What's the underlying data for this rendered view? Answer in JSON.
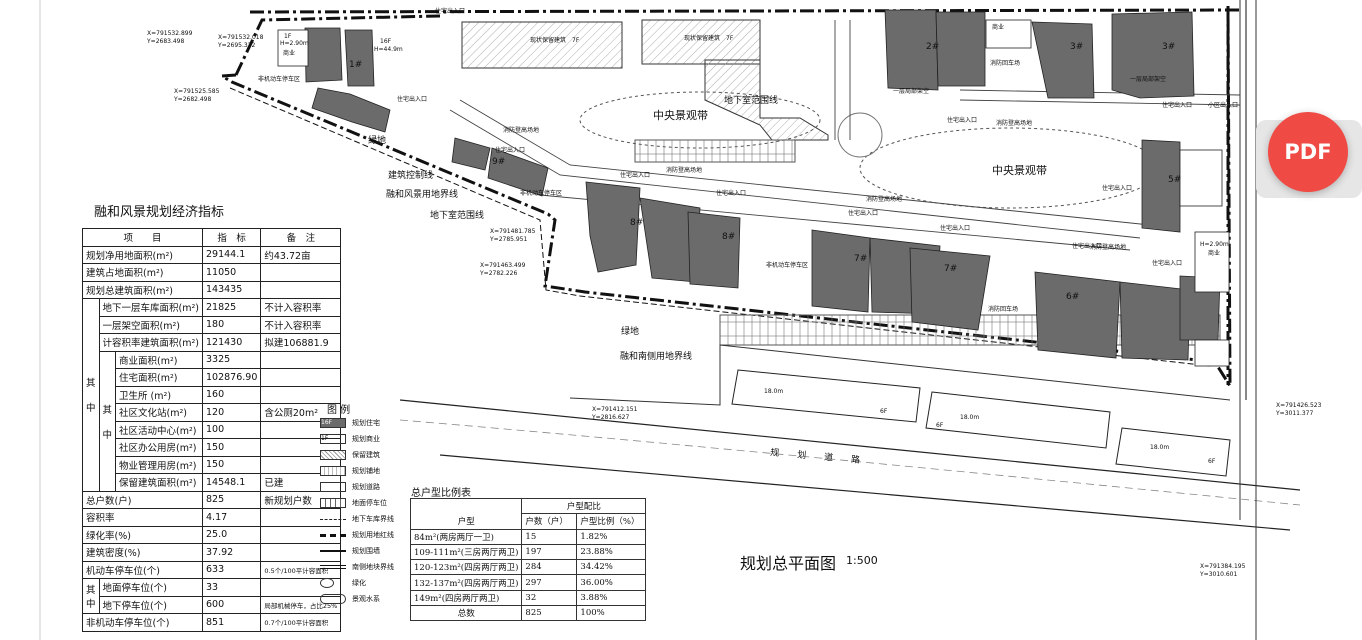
{
  "index_table": {
    "title": "融和风景规划经济指标",
    "header": {
      "item": "项　　目",
      "value": "指　标",
      "note": "备　注"
    },
    "group_labels": {
      "qi": "其",
      "zhong": "中"
    },
    "rows": [
      {
        "label": "规划净用地面积(m²)",
        "value": "29144.1",
        "note": "约43.72亩"
      },
      {
        "label": "建筑占地面积(m²)",
        "value": "11050",
        "note": ""
      },
      {
        "label": "规划总建筑面积(m²)",
        "value": "143435",
        "note": ""
      },
      {
        "label": "地下一层车库面积(m²)",
        "value": "21825",
        "note": "不计入容积率"
      },
      {
        "label": "一层架空面积(m²)",
        "value": "180",
        "note": "不计入容积率"
      },
      {
        "label": "计容积率建筑面积(m²)",
        "value": "121430",
        "note": "拟建106881.9"
      },
      {
        "label": "商业面积(m²)",
        "value": "3325",
        "note": ""
      },
      {
        "label": "住宅面积(m²)",
        "value": "102876.90",
        "note": ""
      },
      {
        "label": "卫生所 (m²)",
        "value": "160",
        "note": ""
      },
      {
        "label": "社区文化站(m²)",
        "value": "120",
        "note": "含公厕20m²"
      },
      {
        "label": "社区活动中心(m²)",
        "value": "100",
        "note": ""
      },
      {
        "label": "社区办公用房(m²)",
        "value": "150",
        "note": ""
      },
      {
        "label": "物业管理用房(m²)",
        "value": "150",
        "note": ""
      },
      {
        "label": "保留建筑面积(m²)",
        "value": "14548.1",
        "note": "已建"
      },
      {
        "label": "总户数(户)",
        "value": "825",
        "note": "新规划户数"
      },
      {
        "label": "容积率",
        "value": "4.17",
        "note": ""
      },
      {
        "label": "绿化率(%)",
        "value": "25.0",
        "note": ""
      },
      {
        "label": "建筑密度(%)",
        "value": "37.92",
        "note": ""
      },
      {
        "label": "机动车停车位(个)",
        "value": "633",
        "note": "0.5个/100平计容面积"
      },
      {
        "label": "地面停车位(个)",
        "value": "33",
        "note": ""
      },
      {
        "label": "地下停车位(个)",
        "value": "600",
        "note": "局部机械停车，占比25%"
      },
      {
        "label": "非机动车停车位(个)",
        "value": "851",
        "note": "0.7个/100平计容面积"
      }
    ]
  },
  "unit_table": {
    "caption": "总户型比例表",
    "group_header": "户型配比",
    "headers": [
      "户型",
      "户数（户）",
      "户型比例（%）"
    ],
    "rows": [
      [
        "84m²(两房两厅一卫)",
        "15",
        "1.82%"
      ],
      [
        "109-111m²(三房两厅两卫)",
        "197",
        "23.88%"
      ],
      [
        "120-123m²(四房两厅两卫)",
        "284",
        "34.42%"
      ],
      [
        "132-137m²(四房两厅两卫)",
        "297",
        "36.00%"
      ],
      [
        "149m²(四房两厅两卫)",
        "32",
        "3.88%"
      ],
      [
        "总数",
        "825",
        "100%"
      ]
    ]
  },
  "legend": {
    "title": "图 例",
    "items": [
      {
        "label": "规划住宅",
        "swatch": "16F"
      },
      {
        "label": "规划商业",
        "swatch": "1F"
      },
      {
        "label": "保留建筑",
        "swatch": ""
      },
      {
        "label": "规划铺地",
        "swatch": ""
      },
      {
        "label": "规划道路",
        "swatch": ""
      },
      {
        "label": "地面停车位",
        "swatch": ""
      },
      {
        "label": "地下车库界线",
        "swatch": ""
      },
      {
        "label": "规划用地红线",
        "swatch": ""
      },
      {
        "label": "规划围墙",
        "swatch": ""
      },
      {
        "label": "南侧地块界线",
        "swatch": ""
      },
      {
        "label": "绿化",
        "swatch": ""
      },
      {
        "label": "景观水系",
        "swatch": ""
      }
    ]
  },
  "plan_labels": {
    "central_landscape_1": "中央景观带",
    "central_landscape_2": "中央景观带",
    "build_control_line": "建筑控制线",
    "fenghe_boundary": "融和风景用地界线",
    "basement_line_1": "地下室范围线",
    "basement_line_2": "地下室范围线",
    "basement_line_3": "地下室范围线",
    "south_boundary": "融和南侧用地界线",
    "green": "绿地",
    "green_2": "绿地",
    "reserved_1": "现状保留建筑　7F",
    "reserved_2": "现状保留建筑　7F",
    "road": "规　　划　　道　　路",
    "fire_1": "消防登高场地",
    "fire_2": "消防登高场地",
    "fire_3": "消防登高场地",
    "fire_4": "消防登高场地",
    "fire_5": "消防登高场地",
    "fire_6": "消防回车场",
    "fire_7": "消防回车场",
    "entry_1": "住宅出入口",
    "entry_2": "住宅出入口",
    "entry_3": "住宅出入口",
    "entry_4": "住宅出入口",
    "entry_5": "住宅出入口",
    "entry_6": "住宅出入口",
    "entry_7": "住宅出入口",
    "entry_8": "住宅出入口",
    "entry_9": "住宅出入口",
    "entry_10": "住宅出入口",
    "entry_11": "住宅出入口",
    "entry_12": "住宅出入口",
    "bike_1": "非机动车停车区",
    "bike_2": "非机动车停车区",
    "bike_3": "非机动车停车区",
    "plot_entry": "小区出入口",
    "building_labels": [
      "1#",
      "2#",
      "3#",
      "3#",
      "5#",
      "6#",
      "7#",
      "7#",
      "8#",
      "8#",
      "9#"
    ],
    "floor_16f": "16F",
    "floor_1f": "1F",
    "height_449": "H=44.9m",
    "height_29": "H=2.90m",
    "commercial": "商业",
    "overhead": "一层局部架空",
    "south_6f": "6F",
    "south_18m": "18.0m",
    "coords": [
      {
        "x": "X=791532.899",
        "y": "Y=2683.498"
      },
      {
        "x": "X=791532.018",
        "y": "Y=2695.322"
      },
      {
        "x": "X=791525.585",
        "y": "Y=2682.498"
      },
      {
        "x": "X=791481.785",
        "y": "Y=2785.951"
      },
      {
        "x": "X=791463.499",
        "y": "Y=2782.226"
      },
      {
        "x": "X=791412.151",
        "y": "Y=2816.627"
      },
      {
        "x": "X=791426.523",
        "y": "Y=3011.377"
      },
      {
        "x": "X=791384.195",
        "y": "Y=3010.601"
      }
    ]
  },
  "title": {
    "main": "规划总平面图",
    "scale": "1:500"
  },
  "pdf_button": "PDF"
}
